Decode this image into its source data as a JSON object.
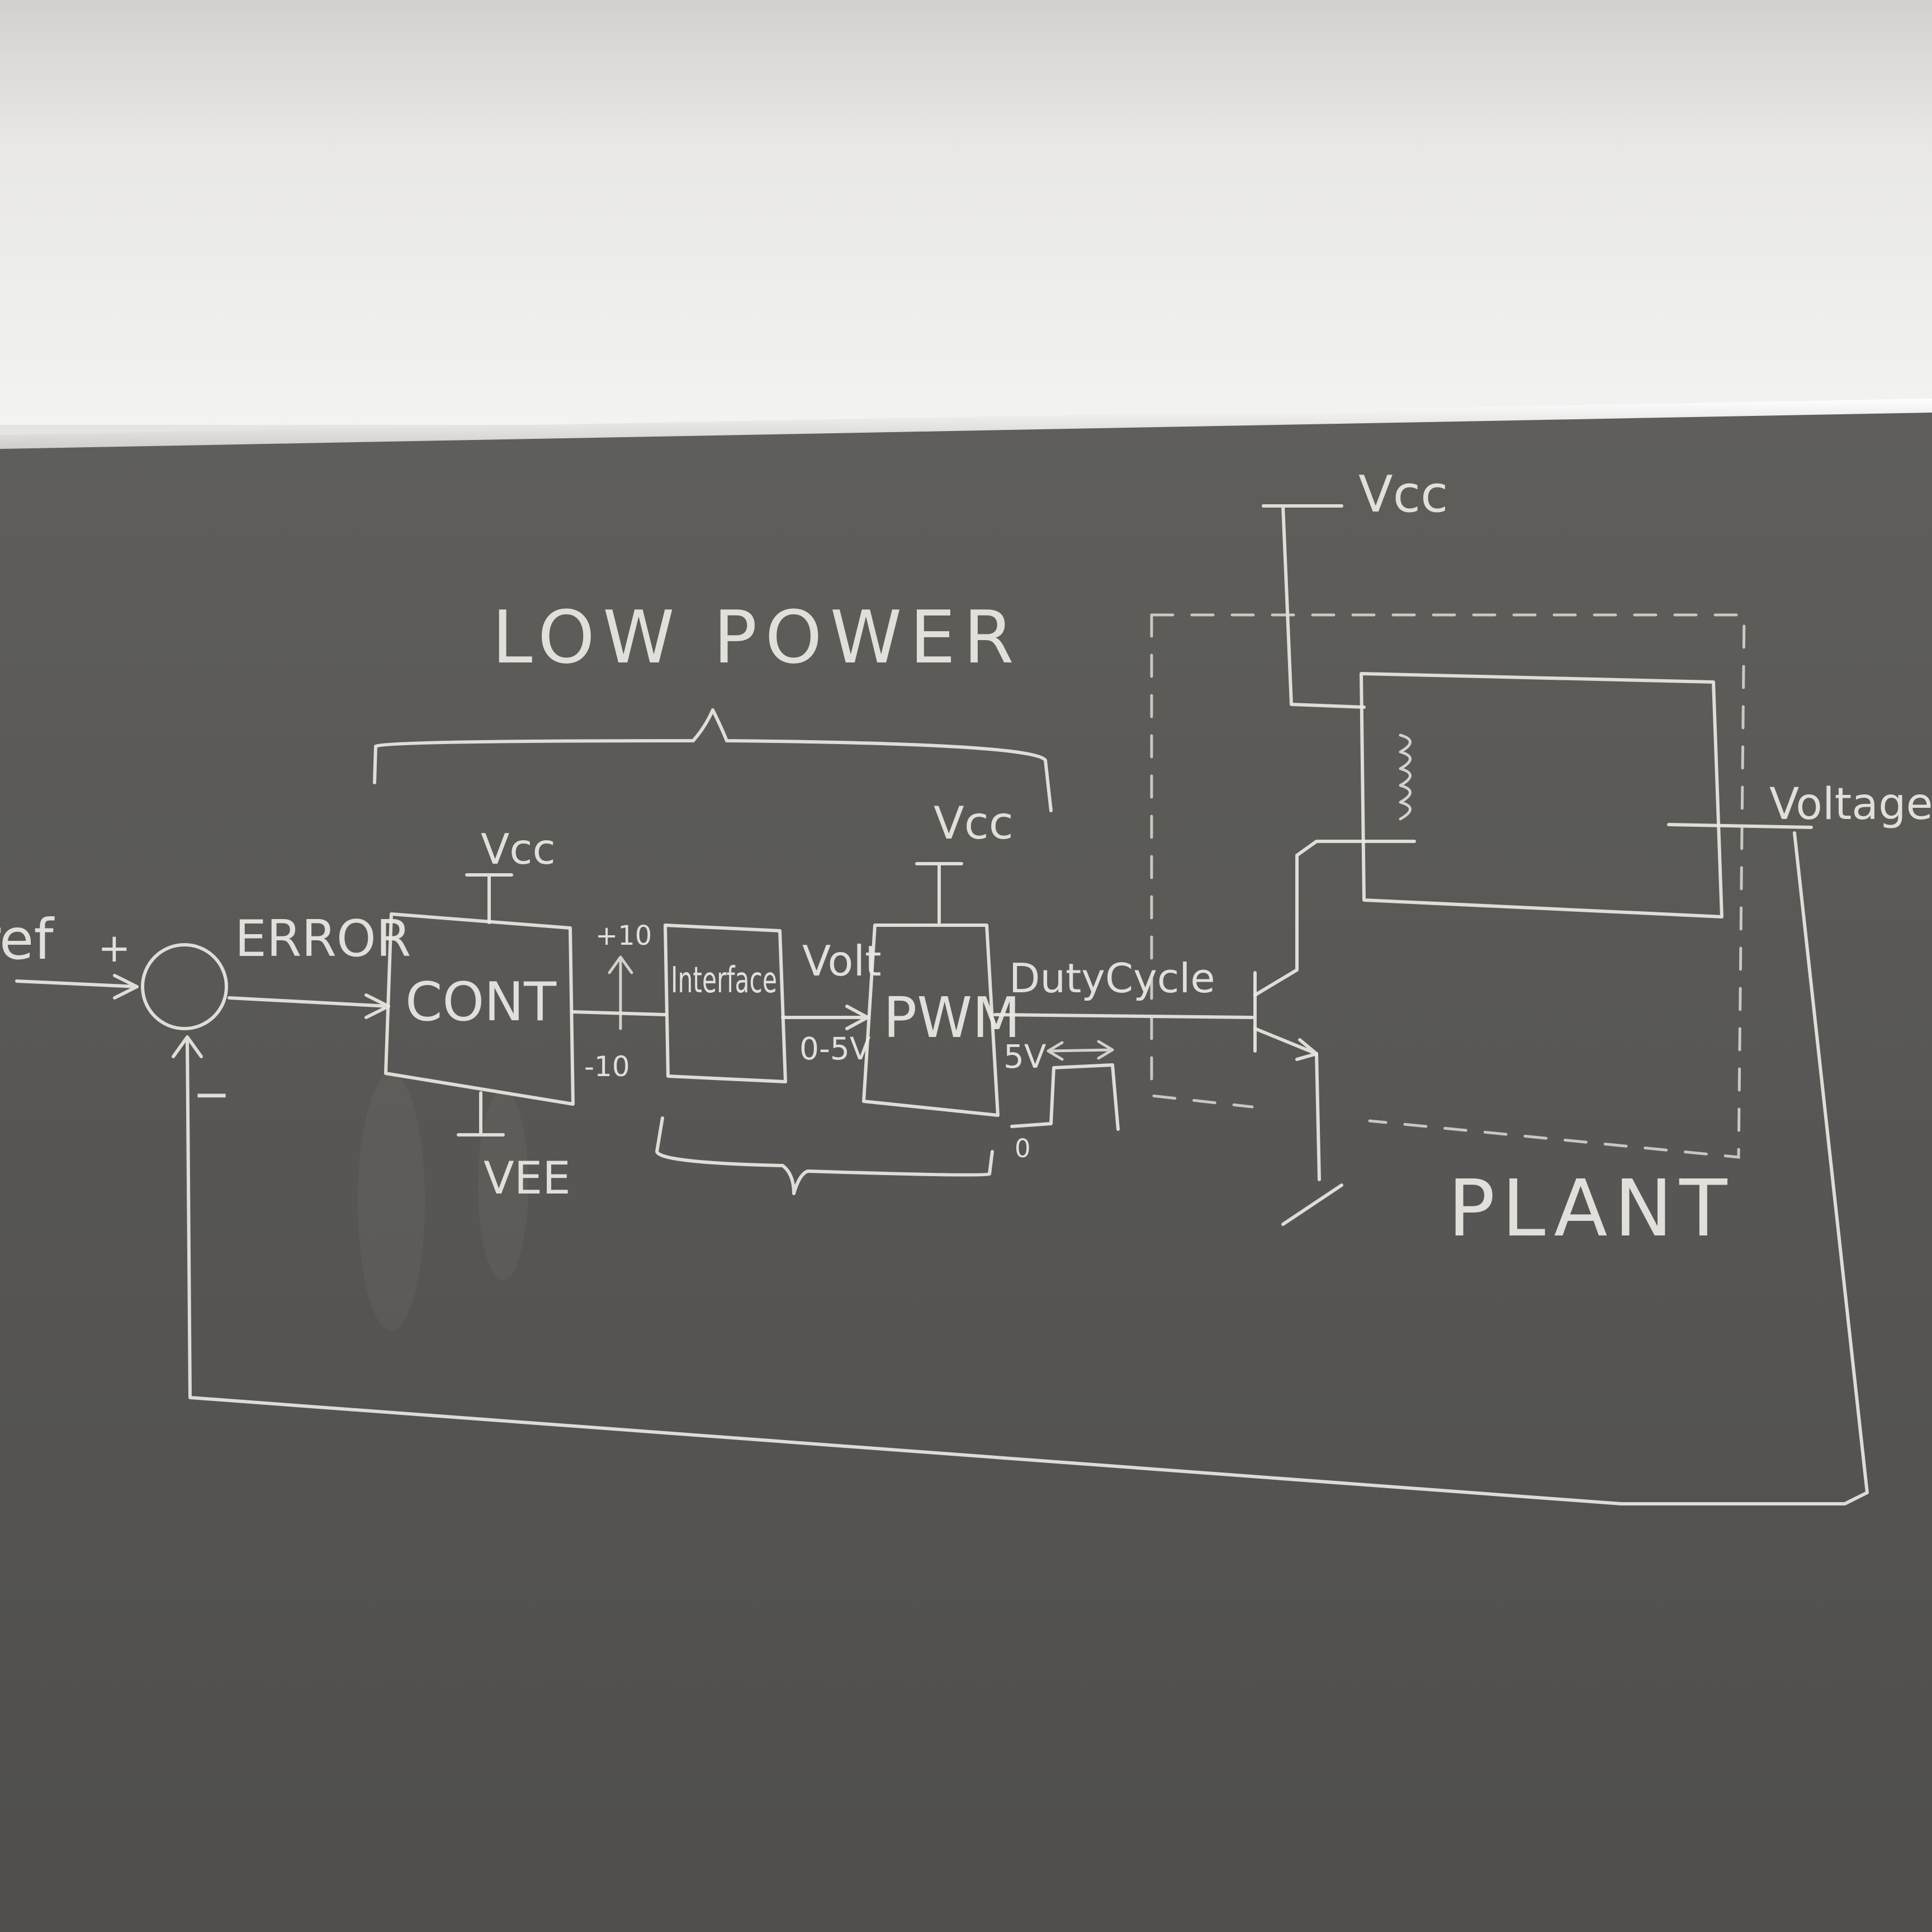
{
  "board": {
    "colors": {
      "wall": "#ececea",
      "board": "#595856",
      "chalk": "#e9e8e2"
    },
    "labels": {
      "low_power": "LOW POWER",
      "ref": "ref",
      "plus": "+",
      "minus": "−",
      "error": "ERROR",
      "cont": "CONT",
      "vcc_cont": "Vcc",
      "vee": "VEE",
      "plus10": "+10",
      "minus10": "-10",
      "interface": "Interface",
      "volt": "Volt",
      "range_0_5": "0-5V",
      "pwm": "PWM",
      "vcc_pwm": "Vcc",
      "duty_cycle": "DutyCycle",
      "five_v": "5V",
      "zero": "0",
      "vcc_top": "Vcc",
      "voltage": "Voltage",
      "plant": "PLANT"
    }
  }
}
